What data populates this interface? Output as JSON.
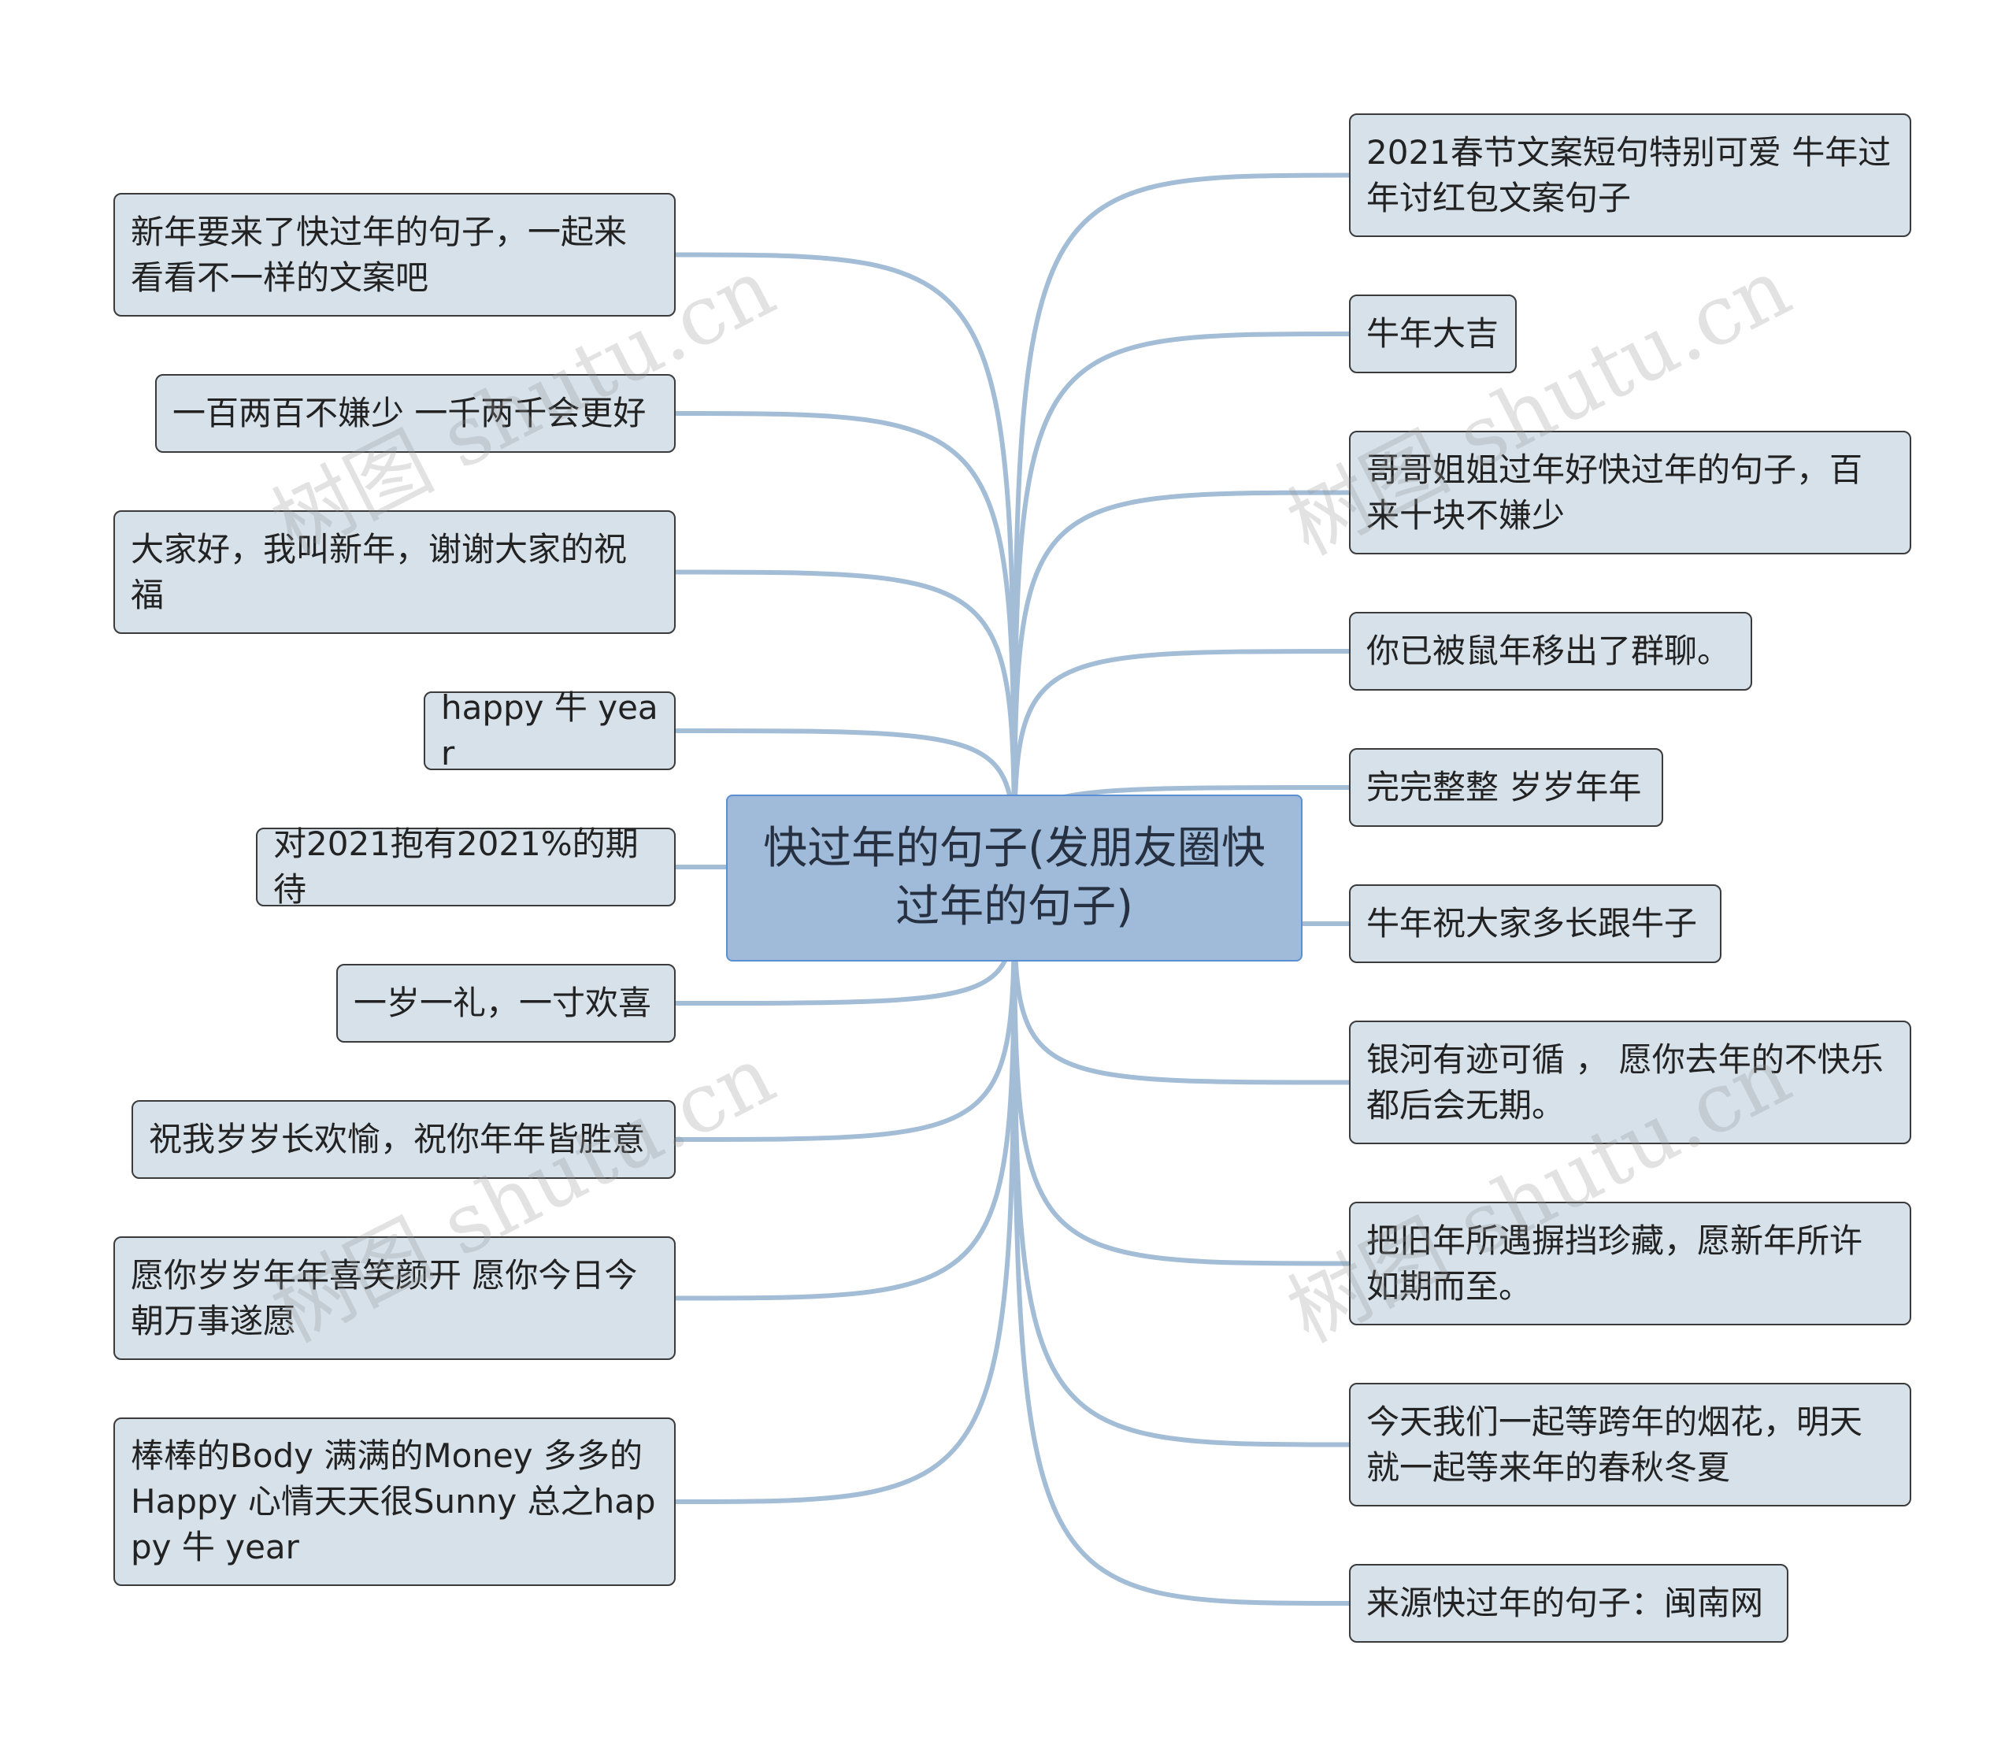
{
  "colors": {
    "link": "#a3bdd6",
    "node_fill": "#d6e1ea",
    "node_border": "#3b3b3b",
    "root_fill": "#9fbbd9",
    "root_border": "#5b8fd1"
  },
  "root": {
    "text": "快过年的句子(发朋友圈快过年的句子)"
  },
  "left_nodes": [
    {
      "text": "新年要来了快过年的句子，一起来看看不一样的文案吧"
    },
    {
      "text": "一百两百不嫌少 一千两千会更好"
    },
    {
      "text": "大家好，我叫新年，谢谢大家的祝福"
    },
    {
      "text": "happy 牛 year"
    },
    {
      "text": "对2021抱有2021%的期待"
    },
    {
      "text": "一岁一礼，一寸欢喜"
    },
    {
      "text": "祝我岁岁长欢愉，祝你年年皆胜意"
    },
    {
      "text": "愿你岁岁年年喜笑颜开 愿你今日今朝万事遂愿"
    },
    {
      "text": "棒棒的Body 满满的Money 多多的Happy 心情天天很Sunny 总之happy 牛 year"
    }
  ],
  "right_nodes": [
    {
      "text": "2021春节文案短句特别可爱 牛年过年讨红包文案句子"
    },
    {
      "text": "牛年大吉"
    },
    {
      "text": "哥哥姐姐过年好快过年的句子，百来十块不嫌少"
    },
    {
      "text": "你已被鼠年移出了群聊。"
    },
    {
      "text": "完完整整 岁岁年年"
    },
    {
      "text": "牛年祝大家多长跟牛子"
    },
    {
      "text": "银河有迹可循 ， 愿你去年的不快乐都后会无期。"
    },
    {
      "text": "把旧年所遇摒挡珍藏，愿新年所许如期而至。"
    },
    {
      "text": "今天我们一起等跨年的烟花，明天就一起等来年的春秋冬夏"
    },
    {
      "text": "来源快过年的句子：闽南网"
    }
  ],
  "watermark": "树图 shutu.cn"
}
